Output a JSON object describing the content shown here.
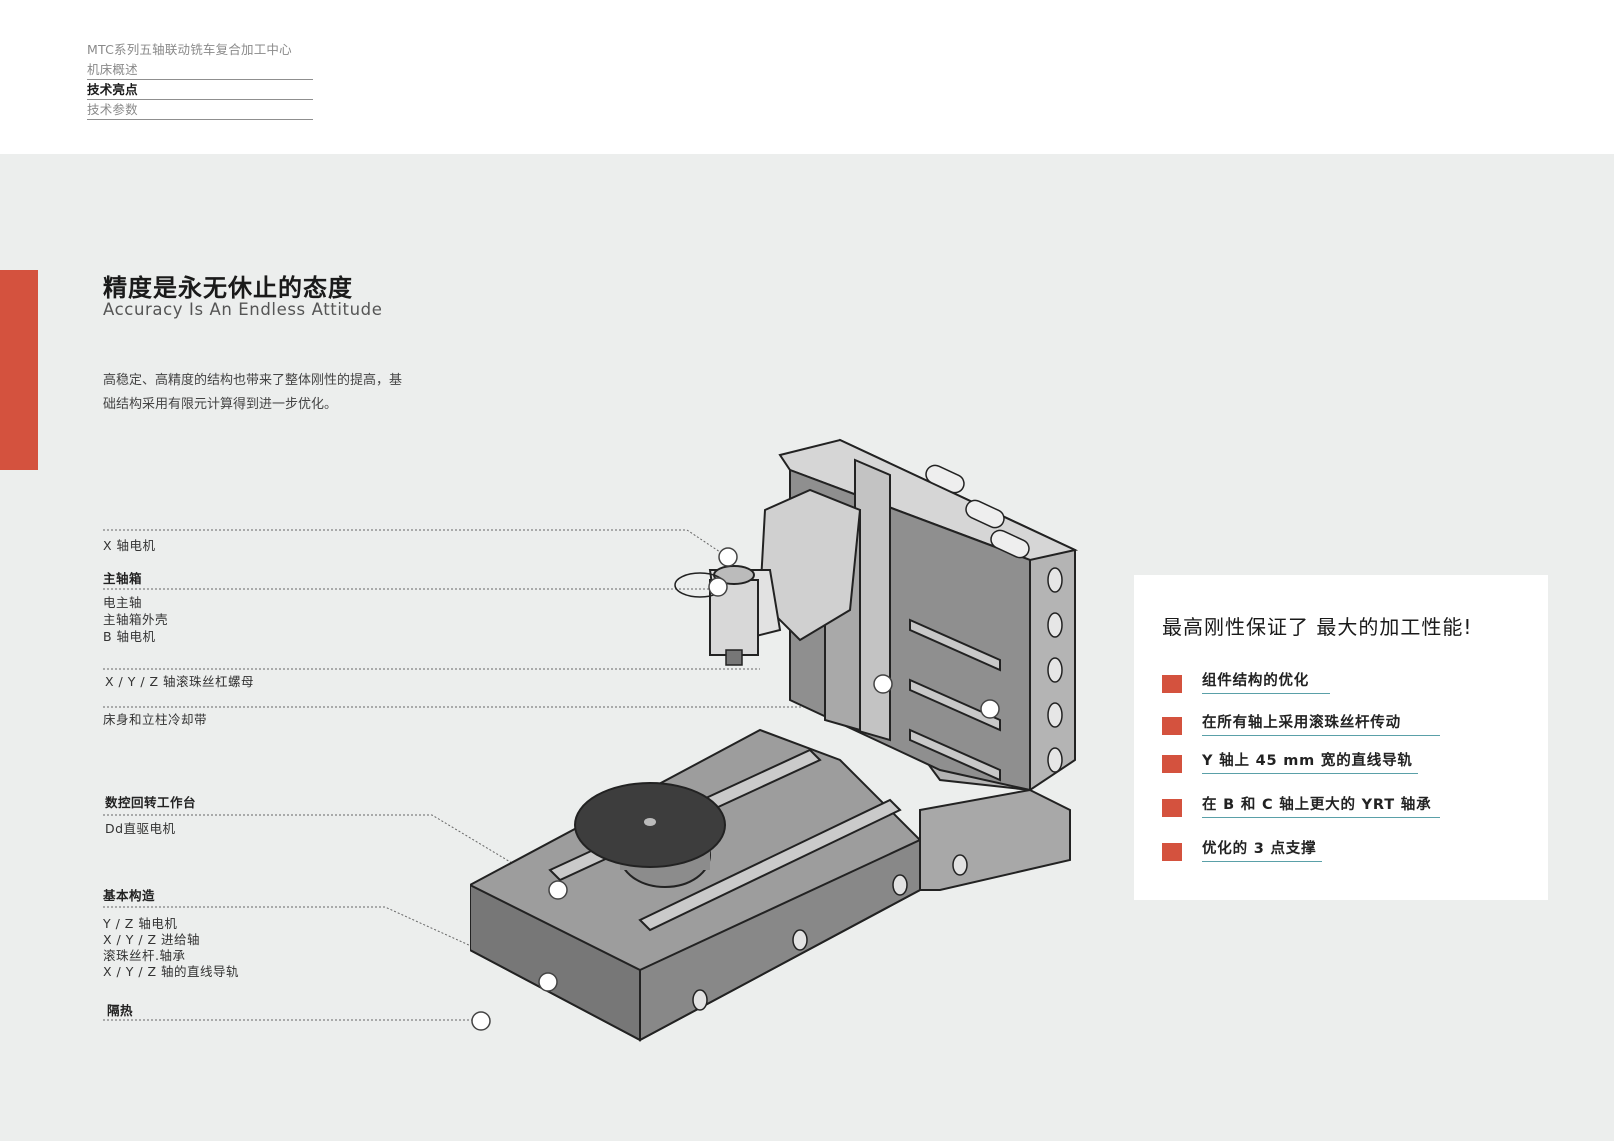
{
  "theme": {
    "accent": "#d4523e",
    "panel_bg": "#eceeed"
  },
  "nav": {
    "items": [
      {
        "label": "MTC系列五轴联动铣车复合加工中心",
        "active": false
      },
      {
        "label": "机床概述",
        "active": false
      },
      {
        "label": "技术亮点",
        "active": true
      },
      {
        "label": "技术参数",
        "active": false
      }
    ]
  },
  "section": {
    "title": "精度是永无休止的态度",
    "subtitle": "Accuracy Is An Endless Attitude",
    "intro_line1": "高稳定、高精度的结构也带来了整体刚性的提高，基",
    "intro_line2": "础结构采用有限元计算得到进一步优化。"
  },
  "callouts": {
    "x_motor": "X 轴电机",
    "spindle_box": "主轴箱",
    "spindle_items": [
      "电主轴",
      "主轴箱外壳",
      "B 轴电机"
    ],
    "ballscrew_nut": "X / Y / Z 轴滚珠丝杠螺母",
    "coolant": "床身和立柱冷却带",
    "rotary_table": "数控回转工作台",
    "dd_motor": "Dd直驱电机",
    "basic_structure": "基本构造",
    "basic_items": [
      "Y / Z 轴电机",
      "X / Y / Z 进给轴",
      "滚珠丝杆.轴承",
      "X / Y / Z 轴的直线导轨"
    ],
    "insulation": "隔热"
  },
  "card": {
    "title": "最高刚性保证了 最大的加工性能!",
    "features": [
      "组件结构的优化",
      "在所有轴上采用滚珠丝杆传动",
      "Y 轴上 45 mm 宽的直线导轨",
      "在 B 和 C 轴上更大的 YRT 轴承",
      "优化的 3 点支撑"
    ]
  }
}
